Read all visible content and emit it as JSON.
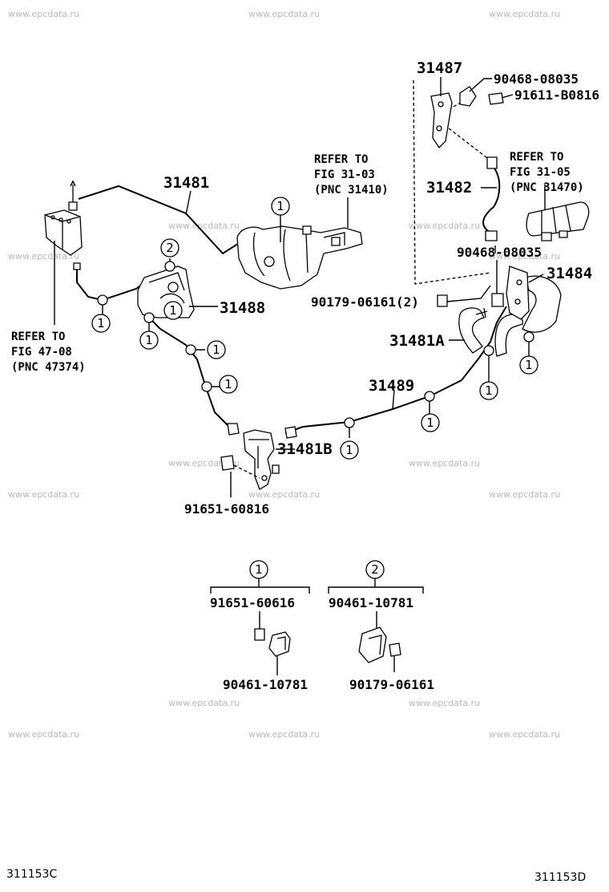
{
  "watermark": "www.epcdata.ru",
  "parts": {
    "p31481": "31481",
    "p31481A": "31481A",
    "p31481B": "31481B",
    "p31482": "31482",
    "p31484": "31484",
    "p31487": "31487",
    "p31488": "31488",
    "p31489": "31489",
    "b90468a": "90468-08035",
    "b90468b": "90468-08035",
    "b91611": "91611-B0816",
    "b90179": "90179-06161(2)",
    "b91651": "91651-60816"
  },
  "refs": {
    "fig47": [
      "REFER TO",
      "FIG 47-08",
      "(PNC 47374)"
    ],
    "fig3103": [
      "REFER TO",
      "FIG 31-03",
      "(PNC 31410)"
    ],
    "fig3105": [
      "REFER TO",
      "FIG 31-05",
      "(PNC 31470)"
    ]
  },
  "callout": {
    "one": "1",
    "two": "2"
  },
  "legend": {
    "set1": {
      "marker": "1",
      "top": "91651-60616",
      "bottom": "90461-10781"
    },
    "set2": {
      "marker": "2",
      "top": "90461-10781",
      "bottom": "90179-06161"
    }
  },
  "footer": {
    "left_code": "311153C",
    "right_code": "311153D"
  }
}
